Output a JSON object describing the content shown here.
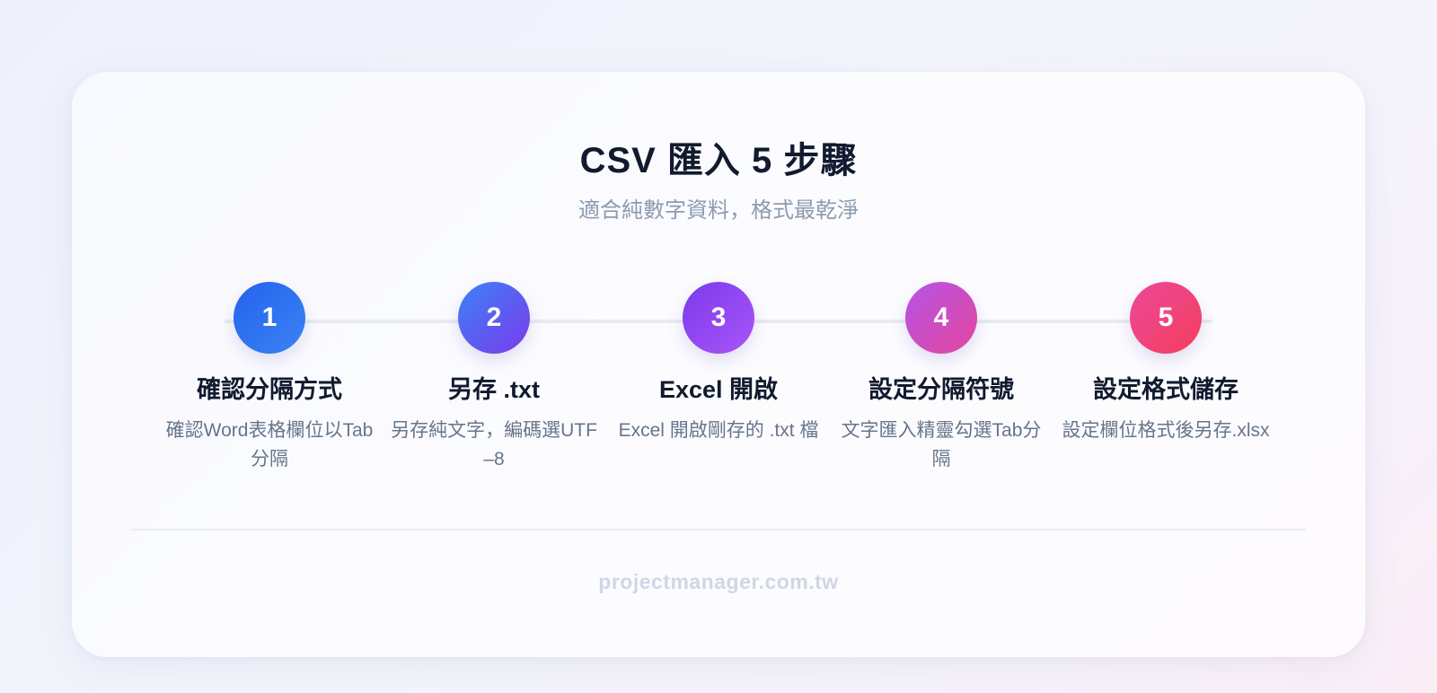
{
  "header": {
    "title": "CSV 匯入 5 步驟",
    "subtitle": "適合純數字資料，格式最乾淨"
  },
  "steps": [
    {
      "number": "1",
      "title": "確認分隔方式",
      "description": "確認Word表格欄位以Tab 分隔",
      "color_start": "#2563eb",
      "color_end": "#3b82f6"
    },
    {
      "number": "2",
      "title": "另存 .txt",
      "description": "另存純文字，編碼選UTF –8",
      "color_start": "#3b82f6",
      "color_end": "#7c3aed"
    },
    {
      "number": "3",
      "title": "Excel 開啟",
      "description": "Excel 開啟剛存的 .txt 檔",
      "color_start": "#7c3aed",
      "color_end": "#a855f7"
    },
    {
      "number": "4",
      "title": "設定分隔符號",
      "description": "文字匯入精靈勾選Tab分 隔",
      "color_start": "#a855f7",
      "color_end": "#ec4899"
    },
    {
      "number": "5",
      "title": "設定格式儲存",
      "description": "設定欄位格式後另存.xlsx",
      "color_start": "#ec4899",
      "color_end": "#f43f5e"
    }
  ],
  "footer": {
    "text": "projectmanager.com.tw"
  }
}
